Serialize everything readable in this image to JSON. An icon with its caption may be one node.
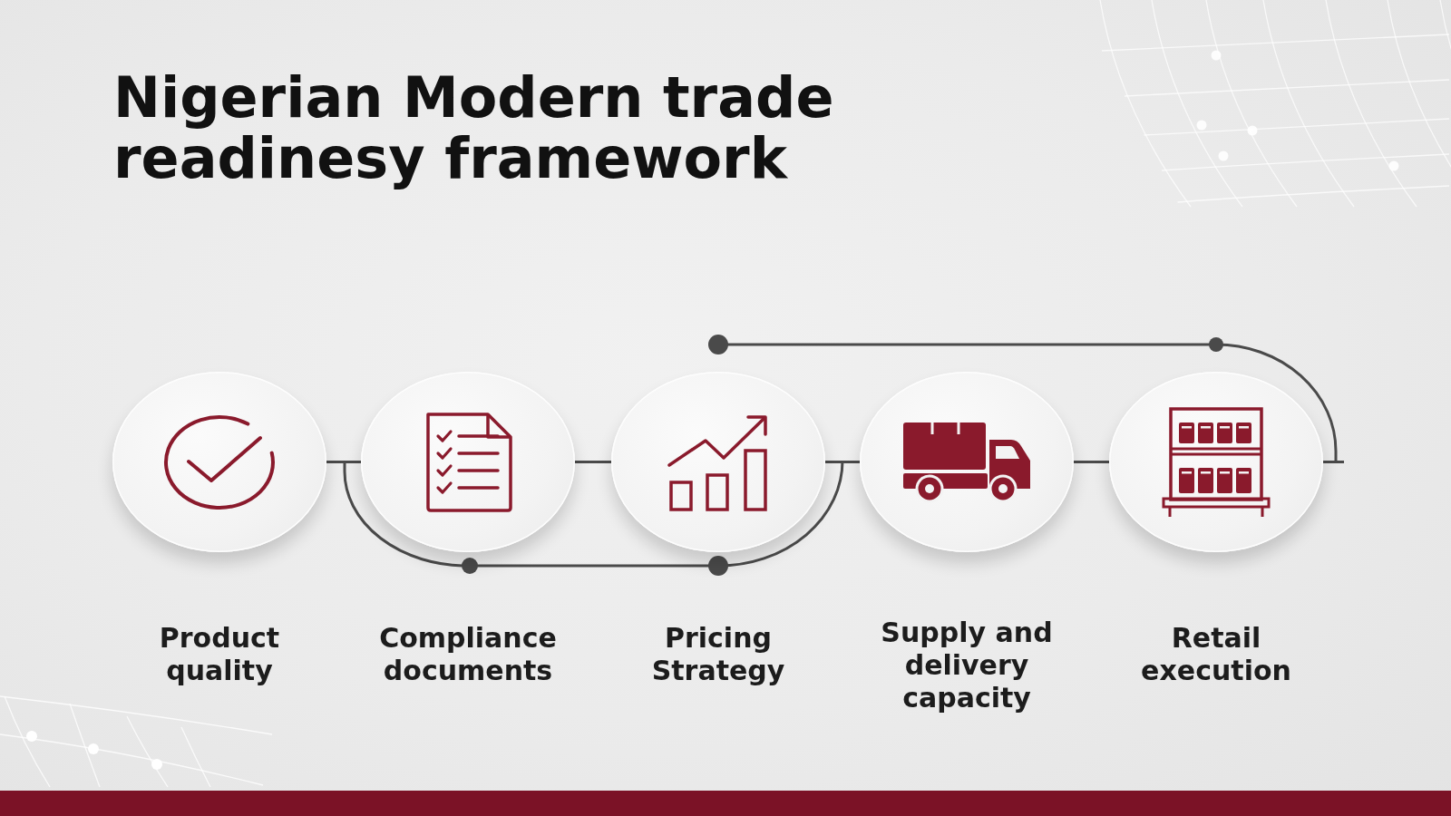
{
  "diagram": {
    "title": "Nigerian Modern trade readinesy framework",
    "nodes": [
      {
        "text": [
          "Product quality"
        ]
      },
      {
        "text": [
          "Compliance documents"
        ]
      },
      {
        "text": [
          "Pricing Strategy"
        ]
      },
      {
        "text": [
          "Supply and delivery capacity"
        ]
      },
      {
        "text": [
          "Retail execution"
        ]
      }
    ],
    "edges": [
      {
        "from": 0,
        "to": 1,
        "arrow": "none"
      },
      {
        "from": 1,
        "to": 2,
        "arrow": "none"
      },
      {
        "from": 2,
        "to": 3,
        "arrow": "none"
      },
      {
        "from": 3,
        "to": 4,
        "arrow": "none"
      },
      {
        "from": 4,
        "to": 2,
        "arrow": "other"
      }
    ]
  }
}
